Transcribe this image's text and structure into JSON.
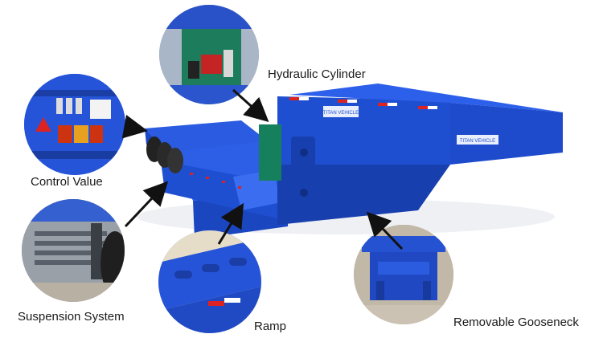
{
  "callouts": {
    "hydraulic_cylinder": "Hydraulic Cylinder",
    "control_value": "Control Value",
    "suspension_system": "Suspension System",
    "ramp": "Ramp",
    "removable_gooseneck": "Removable Gooseneck"
  },
  "brand_text": "TITAN VEHICLE",
  "colors": {
    "trailer_blue": "#1f4fd1",
    "trailer_dark": "#153a9c",
    "arrow": "#111111",
    "background": "#ffffff"
  }
}
